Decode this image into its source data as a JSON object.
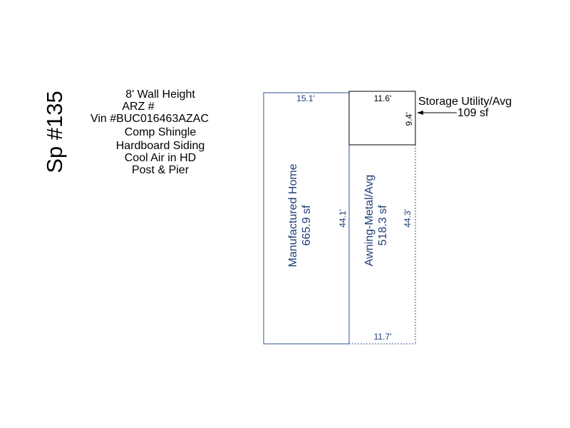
{
  "title": "Sp #135",
  "notes": [
    "8' Wall Height",
    "ARZ #",
    "Vin #BUC016463AZAC",
    "Comp Shingle",
    "Hardboard Siding",
    "Cool Air in HD",
    "Post & Pier"
  ],
  "colors": {
    "line": "#2f5496",
    "label": "#1f3f78",
    "text": "#000000"
  },
  "areas": {
    "home": {
      "name": "Manufactured Home",
      "area": "665.9 sf",
      "top_dim": "15.1'",
      "side_dim": "44.1'"
    },
    "awning": {
      "name": "Awning-Metal/Avg",
      "area": "518.3 sf",
      "bottom_dim": "11.7'",
      "side_dim": "44.3'"
    },
    "storage": {
      "top_dim": "11.6'",
      "side_dim": "9.4'"
    }
  },
  "callout": {
    "name": "Storage Utility/Avg",
    "area": "109 sf"
  }
}
